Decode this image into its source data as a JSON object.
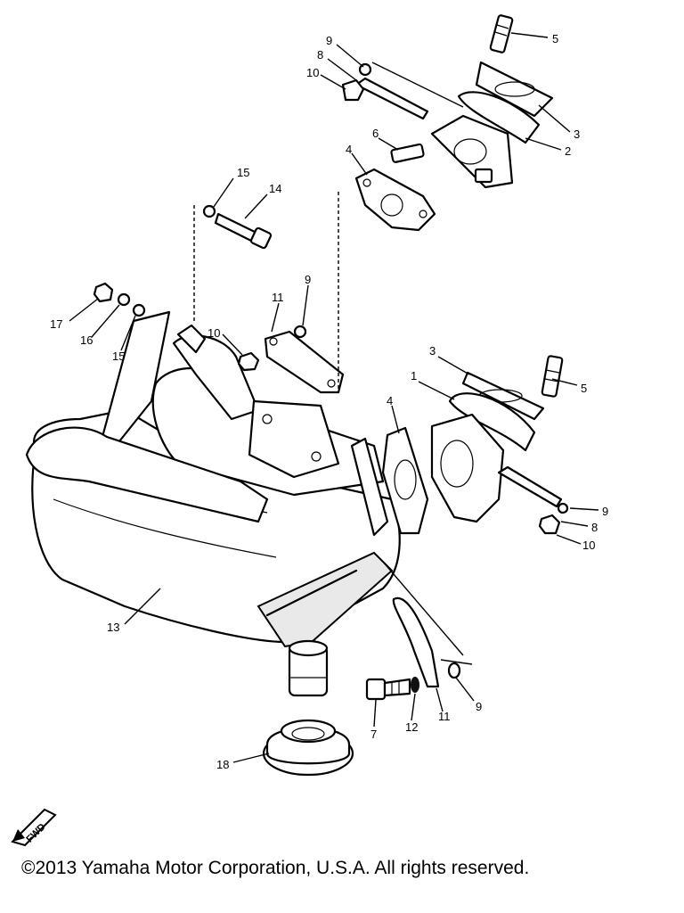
{
  "diagram": {
    "labels": {
      "p5_top": "5",
      "p9_top": "9",
      "p8_top": "8",
      "p10_top": "10",
      "p3_top": "3",
      "p2": "2",
      "p6": "6",
      "p4_top": "4",
      "p15_top": "15",
      "p14": "14",
      "p11_mid": "11",
      "p9_mid": "9",
      "p17": "17",
      "p16": "16",
      "p15_left": "15",
      "p10_mid": "10",
      "p3_right": "3",
      "p1": "1",
      "p5_right": "5",
      "p4_right": "4",
      "p9_right": "9",
      "p8_right": "8",
      "p10_right": "10",
      "p13": "13",
      "p7": "7",
      "p12": "12",
      "p11_bottom": "11",
      "p9_bottom": "9",
      "p18": "18"
    },
    "fwd_text": "FWD"
  },
  "footer": {
    "copyright": "©2013 Yamaha Motor Corporation, U.S.A. All rights reserved."
  }
}
